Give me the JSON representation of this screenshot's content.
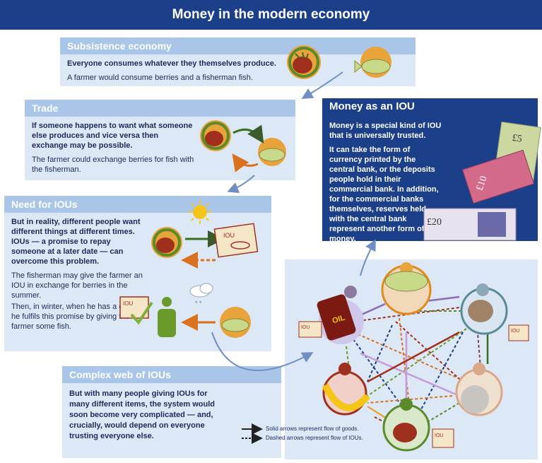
{
  "title": "Money in the modern economy",
  "subsistence": {
    "heading": "Subsistence economy",
    "line1": "Everyone consumes whatever they themselves produce.",
    "line2": "A farmer would consume berries and a fisherman fish."
  },
  "trade": {
    "heading": "Trade",
    "p1": "If someone happens to want what someone else produces and vice versa then exchange may be possible.",
    "p2": "The farmer could exchange berries for fish with the fisherman."
  },
  "need_iou": {
    "heading": "Need for IOUs",
    "p1": "But in reality, different people want different things at different times.  IOUs — a promise to repay someone at a later date — can overcome this problem.",
    "p2": "The fisherman may give the farmer an IOU in exchange for berries in the summer.",
    "p3": "Then, in winter, when he has a catch, he fulfils this promise by giving the farmer some fish."
  },
  "money_iou": {
    "heading": "Money as an IOU",
    "p1": "Money is a special kind of IOU that is universally trusted.",
    "p2": "It can take the form of currency printed by the central bank, or the deposits people hold in their commercial bank.  In addition, for the commercial banks themselves, reserves held with the central bank represent another form of money."
  },
  "web": {
    "heading": "Complex web of IOUs",
    "p1": "But with many people giving IOUs for many different items, the system would soon become very complicated — and, crucially, would depend on everyone trusting everyone else."
  },
  "legend": {
    "solid": "Solid arrows represent flow of goods.",
    "dashed": "Dashed arrows represent flow of IOUs."
  },
  "labels": {
    "iou": "IOU",
    "oil": "OIL",
    "note_five": "£5",
    "note_ten": "£10",
    "note_twenty": "£20"
  },
  "colors": {
    "navy": "#1c3f8a",
    "panel": "#dce8f5",
    "panel_head": "#a9c5e8",
    "green_ring": "#5a8a2a",
    "orange_ring": "#e08a1e",
    "berry": "#a0301e",
    "fish": "#c9d98a",
    "arrow_orange": "#d9711e"
  }
}
